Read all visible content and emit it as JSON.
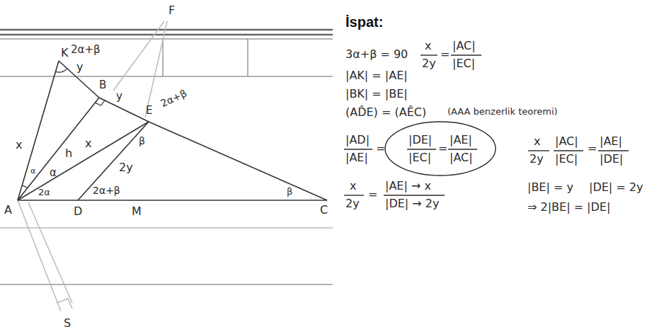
{
  "diagram": {
    "title": "İspat:",
    "labels": [
      "K",
      "2α+β",
      "y",
      "B",
      "y",
      "2α+β",
      "E",
      "x",
      "h",
      "α",
      "α",
      "x",
      "β",
      "2y",
      "2α",
      "A",
      "D",
      "2α+β",
      "M",
      "β",
      "C",
      "F",
      "S",
      "3α+β = 90",
      "x",
      "2y",
      "=",
      "|AC|",
      "|EC|",
      "|AK| = |AE|",
      "|BK| = |BE|",
      "(AD̂E) = (AÊC)",
      "(AAA benzerlik teoremi)",
      "|AD|",
      "|AE|",
      "=",
      "|DE|",
      "|EC|",
      "=",
      "|AE|",
      "|AC|",
      "x",
      "2y",
      "|AC|",
      "|EC|",
      "=",
      "|AE|",
      "|DE|",
      "x",
      "2y",
      "=",
      "|AE| → x",
      "|DE| → 2y",
      "|BE| = y",
      "|DE| = 2y",
      "⇒ 2|BE| = |DE|"
    ]
  }
}
